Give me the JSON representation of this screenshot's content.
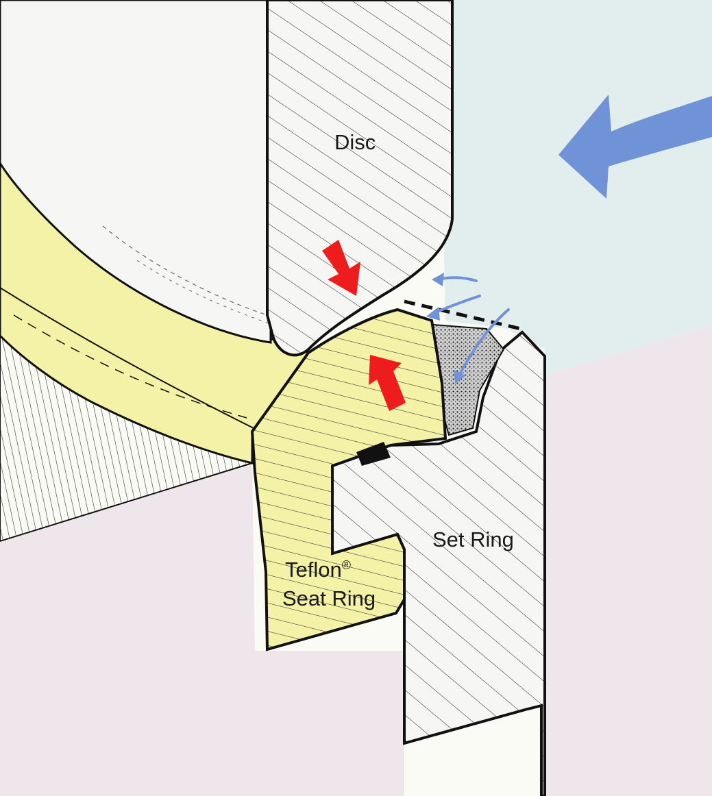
{
  "labels": {
    "disc": "Disc",
    "set_ring": "Set Ring",
    "seat_ring_line1": "Teflon",
    "seat_ring_mark": "®",
    "seat_ring_line2": "Seat Ring"
  },
  "colors": {
    "background_upper": "#fbfbf6",
    "flow_region": "#e2eeee",
    "lower_region": "#efe6ec",
    "seat_ring_fill": "#f4f2a6",
    "metal_fill": "#f6f6f4",
    "outline": "#111111",
    "flow_arrow": "#6f93d6",
    "force_arrow": "#ee1c1c"
  },
  "icons": {
    "flow": "flow-arrow-icon",
    "force": "force-arrow-icon"
  }
}
